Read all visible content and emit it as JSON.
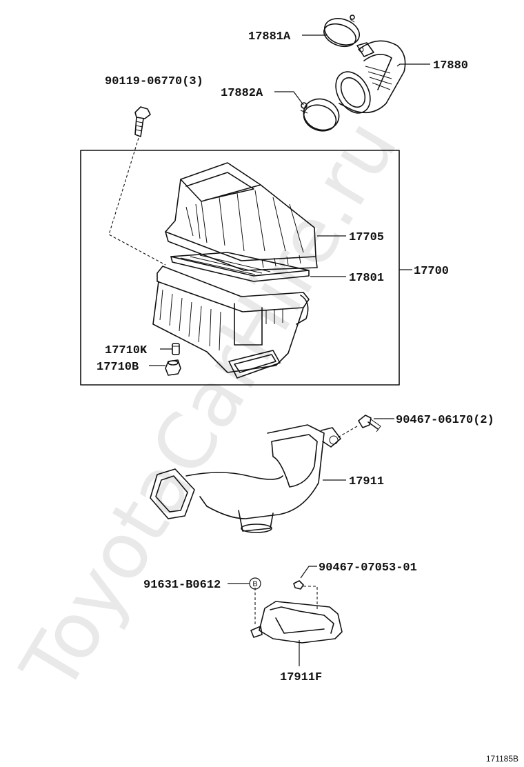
{
  "watermark": "ToyotaCarHire.ru",
  "figure_code": "171185B",
  "callouts": {
    "clamp_17881a": "17881A",
    "hose_17880": "17880",
    "bolt_90119": "90119-06770(3)",
    "clamp_17882a": "17882A",
    "cap_17705": "17705",
    "assembly_17700": "17700",
    "element_17801": "17801",
    "part_17710k": "17710K",
    "part_17710b": "17710B",
    "clip_90467_06170": "90467-06170(2)",
    "inlet_17911": "17911",
    "clip_90467_07053": "90467-07053-01",
    "ref_91631": "91631-B0612",
    "ref_marker": "B",
    "duct_17911f": "17911F"
  }
}
